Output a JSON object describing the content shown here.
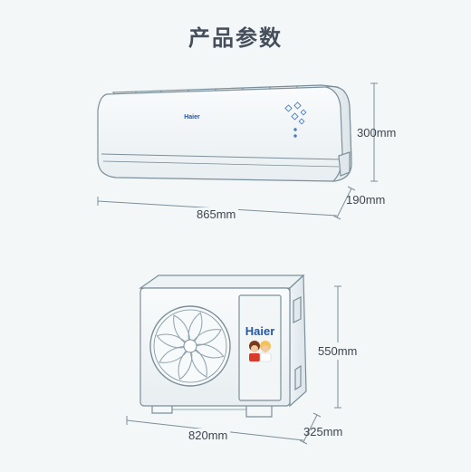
{
  "title": "产品参数",
  "indoor_unit": {
    "brand": "Haier",
    "height": "300mm",
    "depth": "190mm",
    "width": "865mm"
  },
  "outdoor_unit": {
    "brand": "Haier",
    "height": "550mm",
    "depth": "325mm",
    "width": "820mm"
  },
  "colors": {
    "line": "#7b8f9a",
    "accent": "#4a7fc0",
    "logo_blue": "#2456a6",
    "background": "#f4f7f8"
  }
}
